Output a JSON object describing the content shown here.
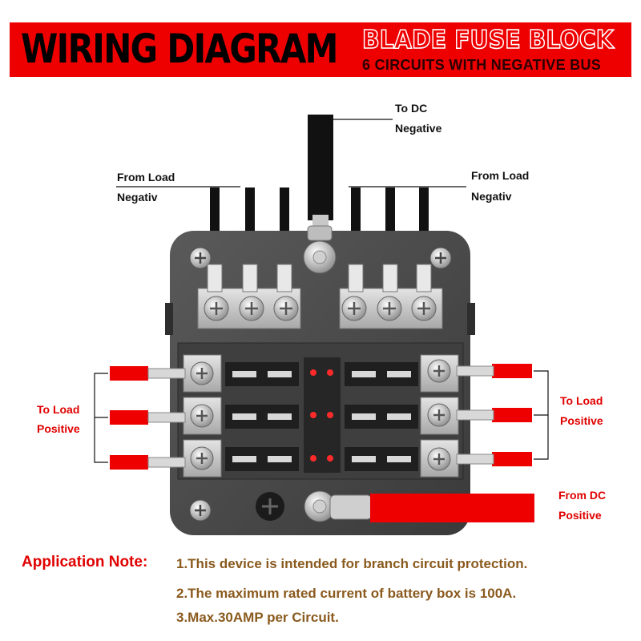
{
  "header": {
    "title": "WIRING DIAGRAM",
    "product": "BLADE FUSE BLOCK",
    "subtitle": "6 CIRCUITS WITH NEGATIVE BUS"
  },
  "labels": {
    "to_dc": "To DC",
    "negative": "Negative",
    "from_load_left_1": "From Load",
    "from_load_left_2": "Negativ",
    "from_load_right_1": "From Load",
    "from_load_right_2": "Negativ",
    "to_load_left_1": "To Load",
    "to_load_left_2": "Positive",
    "to_load_right_1": "To Load",
    "to_load_right_2": "Positive",
    "from_dc_1": "From DC",
    "from_dc_2": "Positive"
  },
  "notes": {
    "heading": "Application Note:",
    "items": [
      "1.This device is intended for branch circuit protection.",
      "2.The maximum rated current of battery box is 100A.",
      "3.Max.30AMP per Circuit."
    ]
  },
  "colors": {
    "banner": "#ee0000",
    "positive_wire": "#ee0000",
    "negative_wire": "#111111",
    "note_text": "#8a5a1e",
    "led": "#ff2a2a"
  }
}
